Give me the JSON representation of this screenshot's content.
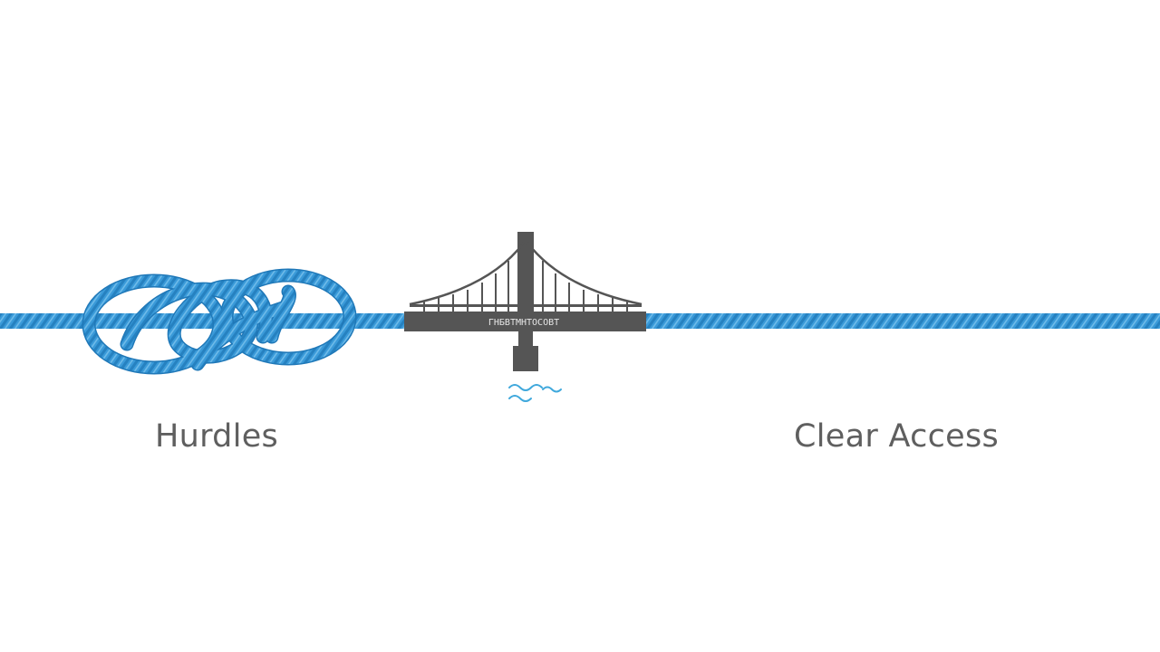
{
  "labels": {
    "left": "Hurdles",
    "right": "Clear Access"
  },
  "bridge": {
    "deck_text": "ГНБВТМНТОСОВТ"
  },
  "icons": {
    "knot": "tangled-rope-knot-icon",
    "bridge": "suspension-bridge-icon",
    "water": "water-waves-icon",
    "rope": "rope-icon"
  },
  "colors": {
    "rope": "#3a9ad9",
    "rope_dark": "#1f78b8",
    "rope_light": "#7cc3ee",
    "bridge": "#555555",
    "water": "#3fa8dc",
    "text": "#5f5f5f",
    "background": "#ffffff"
  }
}
